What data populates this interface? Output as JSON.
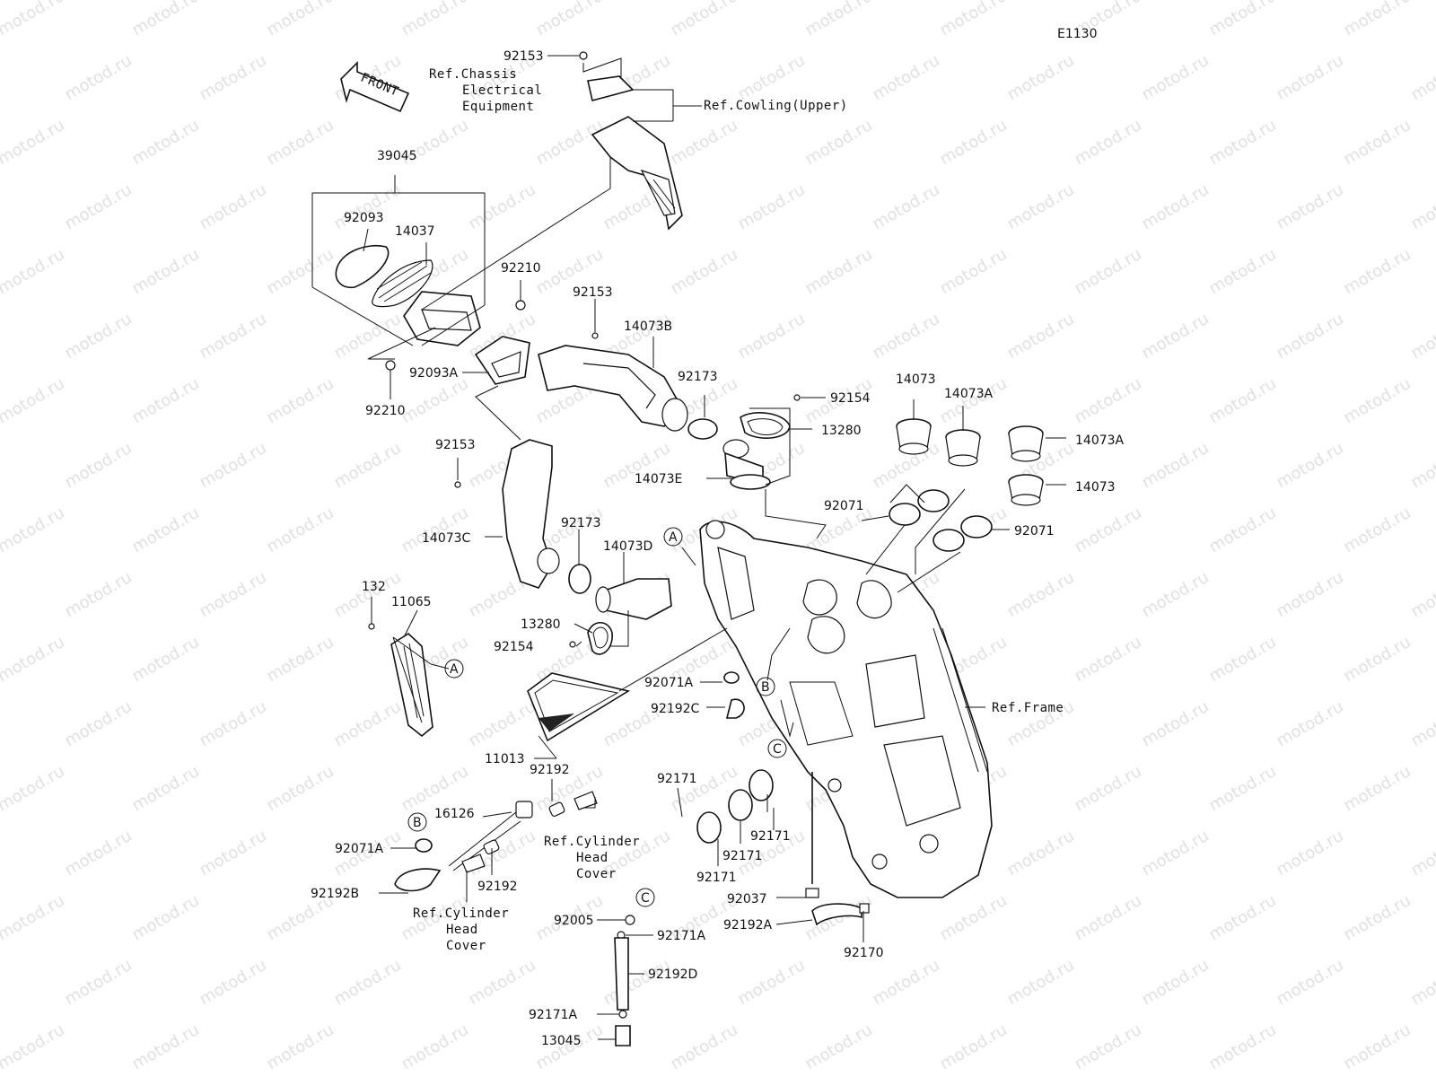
{
  "diagram_code": "E1130",
  "front_label": "FRONT",
  "watermark": "motod.ru",
  "parts": {
    "p92153_top": "92153",
    "p39045": "39045",
    "p92093": "92093",
    "p14037": "14037",
    "p92210_a": "92210",
    "p92210_b": "92210",
    "p92153_mid": "92153",
    "p14073B": "14073B",
    "p92093A": "92093A",
    "p92173_a": "92173",
    "p92154_a": "92154",
    "p13280_a": "13280",
    "p14073E": "14073E",
    "p14073_a": "14073",
    "p14073A_a": "14073A",
    "p14073A_b": "14073A",
    "p14073_b": "14073",
    "p92071_a": "92071",
    "p92071_b": "92071",
    "p92153_low": "92153",
    "p14073C": "14073C",
    "p92173_b": "92173",
    "p14073D": "14073D",
    "p13280_b": "13280",
    "p92154_b": "92154",
    "p132": "132",
    "p11065": "11065",
    "p92071A_a": "92071A",
    "p92192C": "92192C",
    "p11013": "11013",
    "p92192_a": "92192",
    "p16126": "16126",
    "p92071A_b": "92071A",
    "p92192B": "92192B",
    "p92192_b": "92192",
    "p92171_a": "92171",
    "p92171_b": "92171",
    "p92171_c": "92171",
    "p92171_d": "92171",
    "p92037": "92037",
    "p92192A": "92192A",
    "p92170": "92170",
    "p92005": "92005",
    "p92171A_a": "92171A",
    "p92192D": "92192D",
    "p92171A_b": "92171A",
    "p13045": "13045"
  },
  "refs": {
    "chassis_1": "Ref.Chassis",
    "chassis_2": "Electrical",
    "chassis_3": "Equipment",
    "cowling": "Ref.Cowling(Upper)",
    "frame": "Ref.Frame",
    "cyl_head_1a": "Ref.Cylinder",
    "cyl_head_1b": "Head",
    "cyl_head_1c": "Cover",
    "cyl_head_2a": "Ref.Cylinder",
    "cyl_head_2b": "Head",
    "cyl_head_2c": "Cover"
  },
  "markers": {
    "A1": "A",
    "A2": "A",
    "B1": "B",
    "B2": "B",
    "C1": "C",
    "C2": "C"
  }
}
